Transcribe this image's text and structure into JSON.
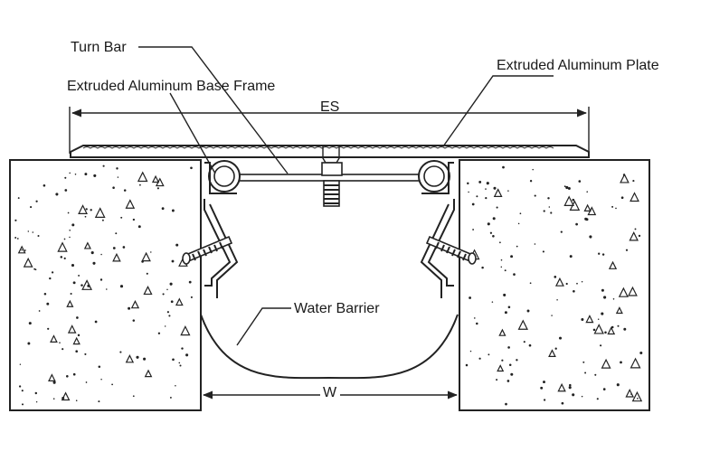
{
  "labels": {
    "turn_bar": "Turn Bar",
    "base_frame": "Extruded Aluminum Base Frame",
    "plate": "Extruded Aluminum Plate",
    "water_barrier": "Water Barrier",
    "es": "ES",
    "w": "W"
  },
  "colors": {
    "line": "#222222",
    "concrete_fill": "#ffffff",
    "speckle": "#222222",
    "background": "#ffffff"
  }
}
